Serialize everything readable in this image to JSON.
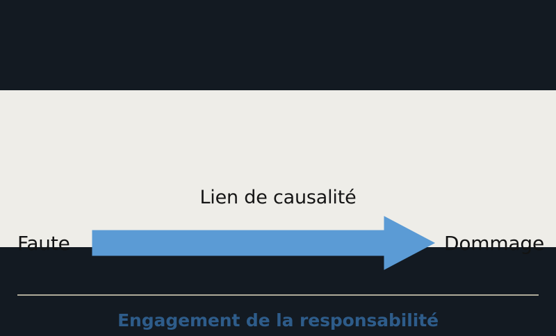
{
  "figure": {
    "title_caption": "Lien de causalité",
    "conclusion_caption": "Engagement de la responsabilité",
    "start_label": "Faute",
    "end_label": "Dommage",
    "arrow_direction": "left-to-right",
    "arrow_icon": "right-arrow-icon"
  },
  "colors": {
    "backdrop": "#131a22",
    "panel": "#eeede8",
    "arrow": "#5b9bd5",
    "arrow_edge": "#4a8cc7",
    "divider": "#afab9a",
    "caption_text": "#151515",
    "label_text": "#131313",
    "conclusion_text": "#2e5c8a"
  }
}
